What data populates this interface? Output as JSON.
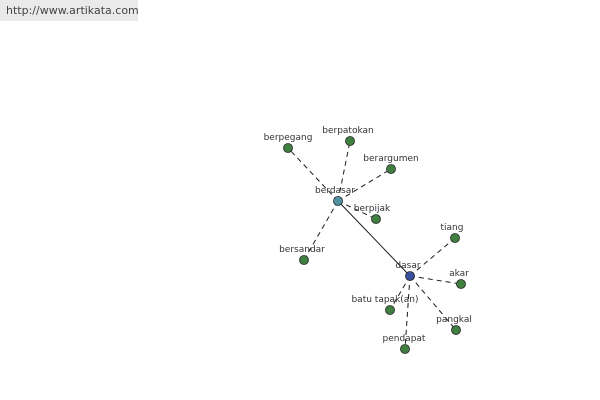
{
  "header": {
    "url": "http://www.artikata.com"
  },
  "colors": {
    "background": "#ffffff",
    "url_bar_bg": "#eaeaea",
    "synonym_node": "#3f7f3f",
    "hub_node_berdasar": "#4f93a3",
    "hub_node_dasar": "#3a4fa0",
    "edge": "#1a1a1a"
  },
  "graph": {
    "nodes": [
      {
        "id": "berdasar",
        "label": "berdasar",
        "kind": "hub"
      },
      {
        "id": "dasar",
        "label": "dasar",
        "kind": "hub"
      },
      {
        "id": "berpegang",
        "label": "berpegang",
        "kind": "synonym"
      },
      {
        "id": "berpatokan",
        "label": "berpatokan",
        "kind": "synonym"
      },
      {
        "id": "berargumen",
        "label": "berargumen",
        "kind": "synonym"
      },
      {
        "id": "berpijak",
        "label": "berpijak",
        "kind": "synonym"
      },
      {
        "id": "bersandar",
        "label": "bersandar",
        "kind": "synonym"
      },
      {
        "id": "tiang",
        "label": "tiang",
        "kind": "synonym"
      },
      {
        "id": "akar",
        "label": "akar",
        "kind": "synonym"
      },
      {
        "id": "pangkal",
        "label": "pangkal",
        "kind": "synonym"
      },
      {
        "id": "pendapat",
        "label": "pendapat",
        "kind": "synonym"
      },
      {
        "id": "batu-tapak",
        "label": "batu tapak(an)",
        "kind": "synonym"
      }
    ],
    "edges": [
      {
        "from": "berdasar",
        "to": "dasar",
        "style": "solid"
      },
      {
        "from": "berdasar",
        "to": "berpegang",
        "style": "dashed"
      },
      {
        "from": "berdasar",
        "to": "berpatokan",
        "style": "dashed"
      },
      {
        "from": "berdasar",
        "to": "berargumen",
        "style": "dashed"
      },
      {
        "from": "berdasar",
        "to": "berpijak",
        "style": "dashed"
      },
      {
        "from": "berdasar",
        "to": "bersandar",
        "style": "dashed"
      },
      {
        "from": "dasar",
        "to": "tiang",
        "style": "dashed"
      },
      {
        "from": "dasar",
        "to": "akar",
        "style": "dashed"
      },
      {
        "from": "dasar",
        "to": "pangkal",
        "style": "dashed"
      },
      {
        "from": "dasar",
        "to": "pendapat",
        "style": "dashed"
      },
      {
        "from": "dasar",
        "to": "batu-tapak",
        "style": "dashed"
      }
    ]
  }
}
